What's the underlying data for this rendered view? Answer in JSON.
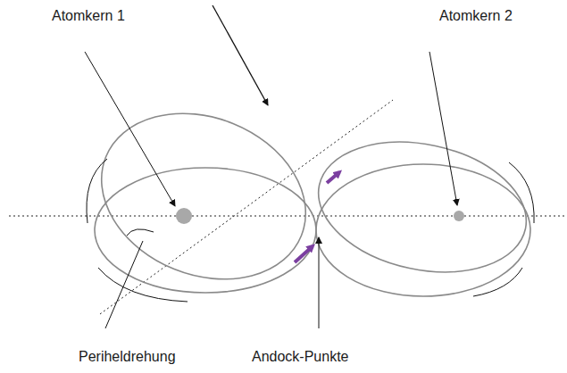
{
  "diagram": {
    "labels": [
      "Atomkern 1",
      "Atomkern 2",
      "Periheldrehung",
      "Andock-Punkte"
    ]
  }
}
